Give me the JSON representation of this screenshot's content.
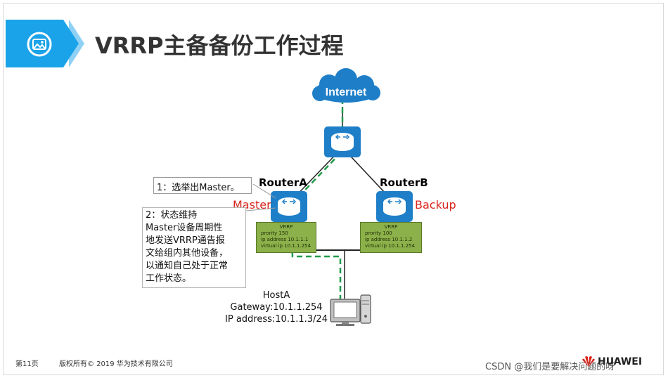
{
  "header": {
    "title": "VRRP主备备份工作过程",
    "icon": "image-icon"
  },
  "internet": {
    "label": "Internet"
  },
  "routerA": {
    "name": "RouterA",
    "role": "Master",
    "config": {
      "heading": "VRRP",
      "priority": "prority 150",
      "ip": "ip address 10.1.1.1",
      "vip": "virtual ip 10.1.1.254"
    }
  },
  "routerB": {
    "name": "RouterB",
    "role": "Backup",
    "config": {
      "heading": "VRRP",
      "priority": "prority 100",
      "ip": "ip address 10.1.1.2",
      "vip": "virtual ip 10.1.1.254"
    }
  },
  "callouts": {
    "step1": "1：选举出Master。",
    "step2": [
      "2：状态维持",
      "Master设备周期性",
      "地发送VRRP通告报",
      "文给组内其他设备，",
      "以通知自己处于正常",
      "工作状态。"
    ]
  },
  "host": {
    "name": "HostA",
    "gateway": "Gateway:10.1.1.254",
    "ip": "IP address:10.1.1.3/24"
  },
  "footer": {
    "page": "第11页",
    "copyright": "版权所有© 2019 华为技术有限公司",
    "brand": "HUAWEI"
  },
  "watermark": "CSDN @我们是要解决问题的呀",
  "colors": {
    "accent": "#1aa3e8",
    "router": "#1e7fc8",
    "config_bg": "#8db14a",
    "role": "#d9251c",
    "path": "#1f9a4a"
  }
}
